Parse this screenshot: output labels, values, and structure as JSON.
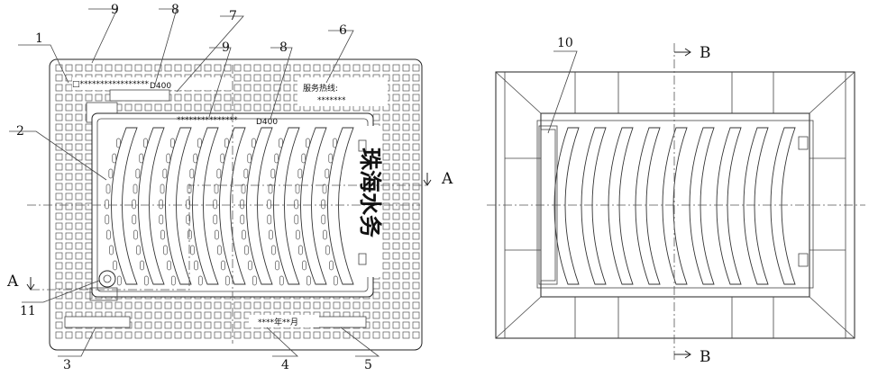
{
  "left_view": {
    "callouts": [
      "1",
      "9",
      "8",
      "7",
      "9",
      "8",
      "6",
      "2",
      "11",
      "3",
      "4",
      "5"
    ],
    "serial_top": "□*****************",
    "serial_mid": "***************",
    "load_class_top": "D400",
    "load_class_mid": "D400",
    "hotline_label": "服务热线:",
    "hotline_number": "*******",
    "brand_text": "珠海水务",
    "date_text": "****年**月",
    "section_marker_right": "A",
    "section_marker_left": "A"
  },
  "right_view": {
    "callouts": [
      "10"
    ],
    "section_marker_top": "B",
    "section_marker_bottom": "B"
  }
}
